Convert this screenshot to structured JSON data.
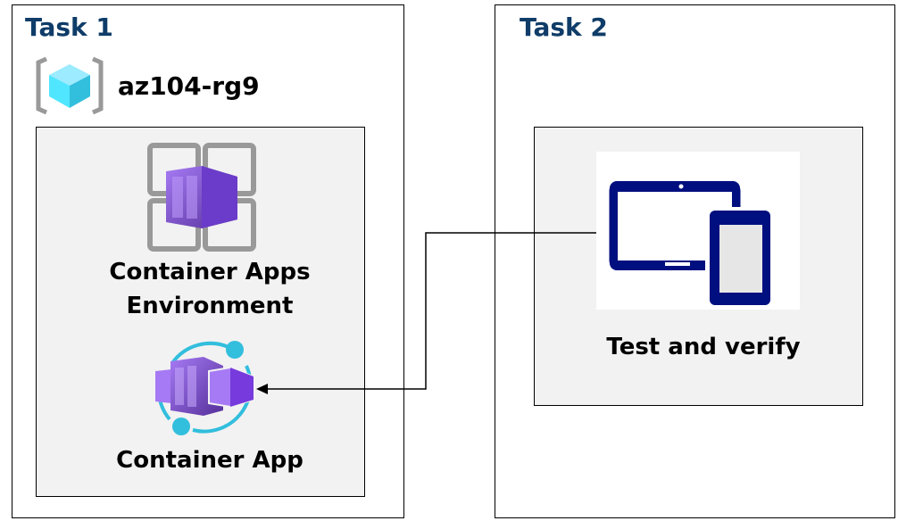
{
  "task1": {
    "title": "Task 1",
    "resource_group": {
      "name": "az104-rg9",
      "icon": "resource-group-icon"
    },
    "environment": {
      "label_line1": "Container Apps",
      "label_line2": "Environment",
      "icon": "container-apps-environment-icon"
    },
    "app": {
      "label": "Container App",
      "icon": "container-app-icon"
    }
  },
  "task2": {
    "title": "Task 2",
    "test": {
      "label": "Test and verify",
      "icon": "devices-icon"
    }
  },
  "colors": {
    "title": "#0f3c68",
    "purple": "#773adc",
    "cyan": "#32bedd",
    "navy": "#000f7f",
    "panel": "#f2f2f2"
  }
}
